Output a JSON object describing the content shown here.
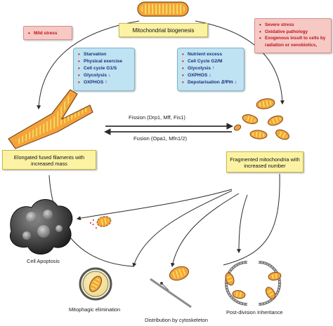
{
  "title_box": "Mitochondrial biogenesis",
  "mild_stress": "Mild stress",
  "severe": [
    "Severe stress",
    "Oxidative pathology",
    "Exogenous insult to cells by radiation or xenobiotics,"
  ],
  "left_conditions": [
    {
      "text": "Starvation",
      "arrow": ""
    },
    {
      "text": "Physical exercise",
      "arrow": ""
    },
    {
      "text": "Cell cycle G1/S",
      "arrow": ""
    },
    {
      "text": "Glycolysis",
      "arrow": "↓"
    },
    {
      "text": "OXPHOS",
      "arrow": "↑"
    }
  ],
  "right_conditions": [
    {
      "text": "Nutrient excess",
      "arrow": ""
    },
    {
      "text": "Cell Cycle G2/M",
      "arrow": ""
    },
    {
      "text": "Glycolysis",
      "arrow": "↑"
    },
    {
      "text": "OXPHOS",
      "arrow": "↓"
    },
    {
      "text": "Depolarisation",
      "arrow": "ΔΨm ↓"
    }
  ],
  "fission_label": "Fission (Drp1, Mff, Fis1)",
  "fusion_label": "Fusion (Opa1, Mfn1/2)",
  "elongated_box": "Elongated fused filaments with increased mass",
  "fragmented_box": "Fragmented mitochondria with increased number",
  "outcomes": {
    "apoptosis": "Cell Apoptosis",
    "mitophagy": "Mitophagic elimination",
    "distribution": "Distribution by cytoskeleton",
    "inheritance": "Post-division Inheritance"
  },
  "colors": {
    "mito_fill": "#f5a23d",
    "mito_crista": "#f3e25a",
    "mito_outline": "#7a4a12",
    "yellow_box": "#fbf3a3",
    "blue_box": "#bfe3f2",
    "pink_box": "#f6c9c5",
    "severe_text": "#c0141b",
    "blue_text": "#1d2f7a"
  }
}
